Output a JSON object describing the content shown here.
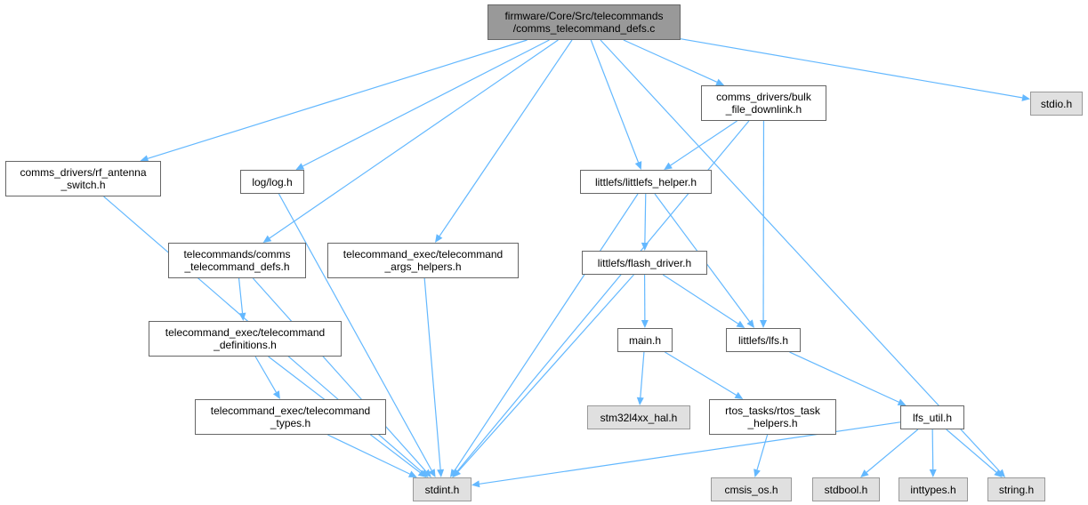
{
  "colors": {
    "edge": "#63b8ff",
    "node_border": "#666666",
    "root_fill": "#999999",
    "system_header_fill": "#e0e0e0",
    "node_fill": "#ffffff"
  },
  "nodes": [
    {
      "id": "root",
      "kind": "root",
      "lines": [
        "firmware/Core/Src/telecommands",
        "/comms_telecommand_defs.c"
      ]
    },
    {
      "id": "rf_antenna",
      "kind": "file",
      "lines": [
        "comms_drivers/rf_antenna",
        "_switch.h"
      ]
    },
    {
      "id": "log",
      "kind": "file",
      "lines": [
        "log/log.h"
      ]
    },
    {
      "id": "tc_defs_h",
      "kind": "file",
      "lines": [
        "telecommands/comms",
        "_telecommand_defs.h"
      ]
    },
    {
      "id": "tc_args",
      "kind": "file",
      "lines": [
        "telecommand_exec/telecommand",
        "_args_helpers.h"
      ]
    },
    {
      "id": "littlefs_helper",
      "kind": "file",
      "lines": [
        "littlefs/littlefs_helper.h"
      ]
    },
    {
      "id": "bulk_downlink",
      "kind": "file",
      "lines": [
        "comms_drivers/bulk",
        "_file_downlink.h"
      ]
    },
    {
      "id": "stdio",
      "kind": "system",
      "lines": [
        "stdio.h"
      ]
    },
    {
      "id": "tc_definitions",
      "kind": "file",
      "lines": [
        "telecommand_exec/telecommand",
        "_definitions.h"
      ]
    },
    {
      "id": "tc_types",
      "kind": "file",
      "lines": [
        "telecommand_exec/telecommand",
        "_types.h"
      ]
    },
    {
      "id": "flash_driver",
      "kind": "file",
      "lines": [
        "littlefs/flash_driver.h"
      ]
    },
    {
      "id": "main",
      "kind": "file",
      "lines": [
        "main.h"
      ]
    },
    {
      "id": "lfs",
      "kind": "file",
      "lines": [
        "littlefs/lfs.h"
      ]
    },
    {
      "id": "stm32",
      "kind": "system",
      "lines": [
        "stm32l4xx_hal.h"
      ]
    },
    {
      "id": "rtos_helpers",
      "kind": "file",
      "lines": [
        "rtos_tasks/rtos_task",
        "_helpers.h"
      ]
    },
    {
      "id": "lfs_util",
      "kind": "file",
      "lines": [
        "lfs_util.h"
      ]
    },
    {
      "id": "stdint",
      "kind": "system",
      "lines": [
        "stdint.h"
      ]
    },
    {
      "id": "cmsis_os",
      "kind": "system",
      "lines": [
        "cmsis_os.h"
      ]
    },
    {
      "id": "stdbool",
      "kind": "system",
      "lines": [
        "stdbool.h"
      ]
    },
    {
      "id": "inttypes",
      "kind": "system",
      "lines": [
        "inttypes.h"
      ]
    },
    {
      "id": "string",
      "kind": "system",
      "lines": [
        "string.h"
      ]
    }
  ],
  "edges": [
    [
      "root",
      "rf_antenna"
    ],
    [
      "root",
      "log"
    ],
    [
      "root",
      "tc_defs_h"
    ],
    [
      "root",
      "tc_args"
    ],
    [
      "root",
      "littlefs_helper"
    ],
    [
      "root",
      "bulk_downlink"
    ],
    [
      "root",
      "stdio"
    ],
    [
      "root",
      "string"
    ],
    [
      "rf_antenna",
      "stdint"
    ],
    [
      "log",
      "stdint"
    ],
    [
      "tc_defs_h",
      "tc_definitions"
    ],
    [
      "tc_defs_h",
      "stdint"
    ],
    [
      "tc_args",
      "stdint"
    ],
    [
      "bulk_downlink",
      "littlefs_helper"
    ],
    [
      "bulk_downlink",
      "lfs"
    ],
    [
      "bulk_downlink",
      "stdint"
    ],
    [
      "littlefs_helper",
      "flash_driver"
    ],
    [
      "littlefs_helper",
      "lfs"
    ],
    [
      "littlefs_helper",
      "stdint"
    ],
    [
      "tc_definitions",
      "tc_types"
    ],
    [
      "tc_definitions",
      "stdint"
    ],
    [
      "tc_types",
      "stdint"
    ],
    [
      "flash_driver",
      "main"
    ],
    [
      "flash_driver",
      "lfs"
    ],
    [
      "flash_driver",
      "stdint"
    ],
    [
      "main",
      "stm32"
    ],
    [
      "main",
      "rtos_helpers"
    ],
    [
      "rtos_helpers",
      "cmsis_os"
    ],
    [
      "lfs",
      "lfs_util"
    ],
    [
      "lfs_util",
      "stdint"
    ],
    [
      "lfs_util",
      "stdbool"
    ],
    [
      "lfs_util",
      "inttypes"
    ],
    [
      "lfs_util",
      "string"
    ]
  ]
}
